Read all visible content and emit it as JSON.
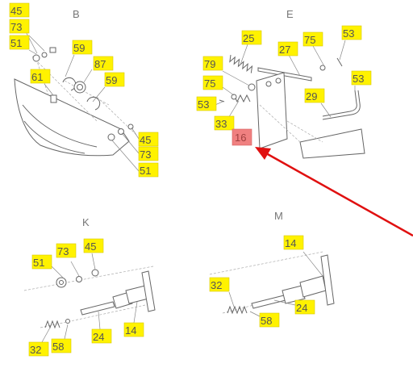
{
  "sections": {
    "B": "B",
    "E": "E",
    "K": "K",
    "M": "M"
  },
  "part_numbers": {
    "p45a": "45",
    "p73a": "73",
    "p51a": "51",
    "p59a": "59",
    "p87": "87",
    "p59b": "59",
    "p61": "61",
    "p45b": "45",
    "p73b": "73",
    "p51b": "51",
    "p25": "25",
    "p27": "27",
    "p75a": "75",
    "p53a": "53",
    "p79": "79",
    "p75b": "75",
    "p53b": "53",
    "p33": "33",
    "p29": "29",
    "p53c": "53",
    "p16": "16",
    "p51c": "51",
    "p73c": "73",
    "p45c": "45",
    "p24a": "24",
    "p14a": "14",
    "p32a": "32",
    "p58a": "58",
    "p14b": "14",
    "p32b": "32",
    "p24b": "24",
    "p58b": "58"
  },
  "colors": {
    "tag_fill": "#fff200",
    "highlight_fill": "#f08080",
    "arrow": "#e01010"
  }
}
